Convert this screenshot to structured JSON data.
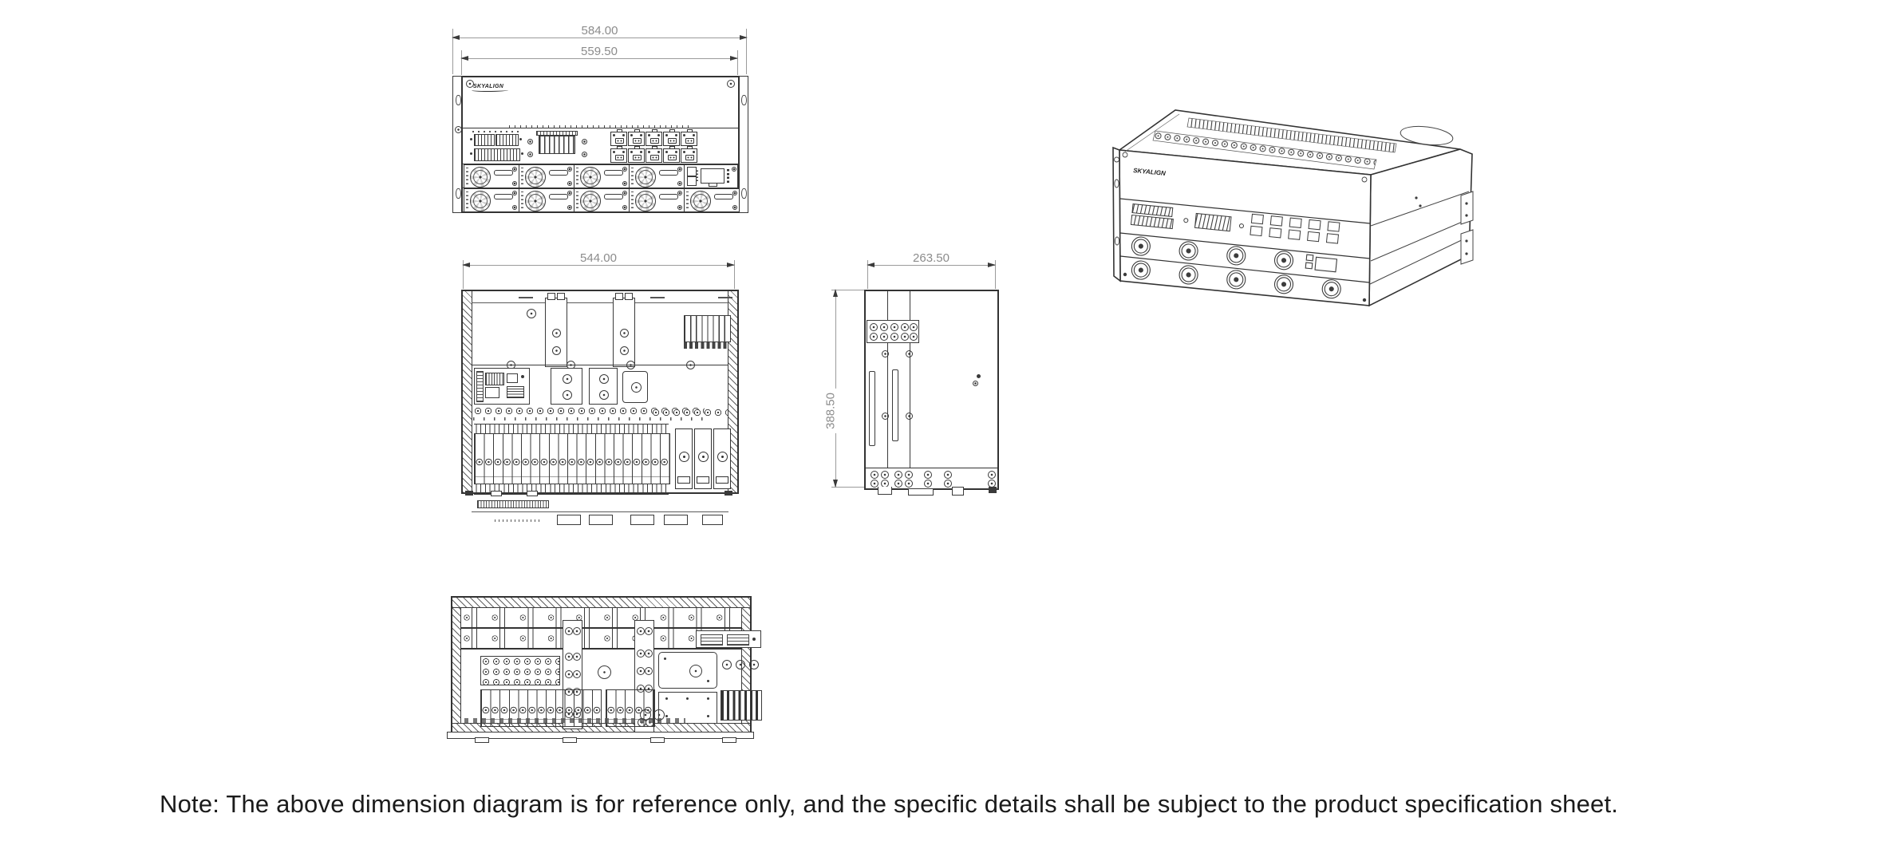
{
  "document": {
    "type": "product-dimension-drawing",
    "background": "#ffffff"
  },
  "brand": {
    "logo_text": "SKYALIGN"
  },
  "views": {
    "front": {
      "label": "front-view",
      "overall_width": "584.00",
      "opening_width": "559.50"
    },
    "rear": {
      "label": "rear-internal-view",
      "width": "544.00"
    },
    "side": {
      "label": "side-view",
      "depth": "263.50",
      "height": "388.50"
    },
    "isometric": {
      "label": "isometric-view"
    },
    "top": {
      "label": "top-internal-view"
    }
  },
  "note": {
    "text": "Note: The above dimension diagram is for reference only, and the specific details shall be subject to the product specification sheet."
  },
  "colors": {
    "outline": "#333333",
    "thin_line": "#9b9b9b",
    "dim_text": "#8c8c8c",
    "note_text": "#1b1b1b"
  }
}
